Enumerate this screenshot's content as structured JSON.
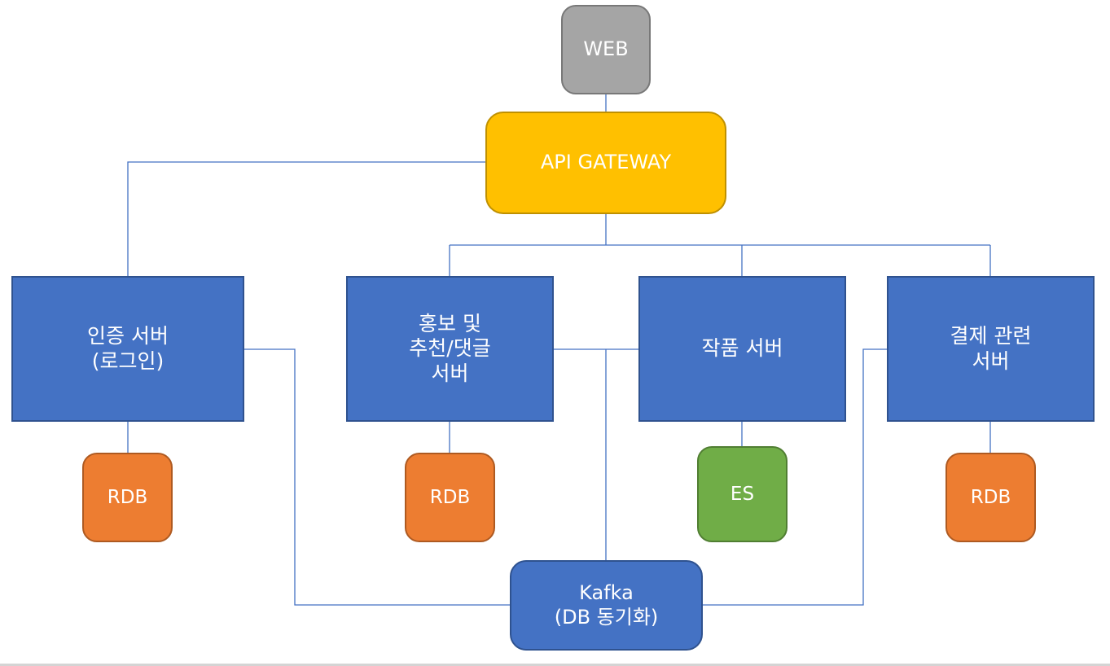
{
  "diagram": {
    "title": "",
    "connector_color": "#4472c4",
    "nodes": {
      "web": {
        "label": "WEB",
        "color": "#a5a5a5"
      },
      "gateway": {
        "label": "API GATEWAY",
        "color": "#ffc000"
      },
      "auth_server": {
        "label": "인증 서버\n(로그인)",
        "color": "#4472c4"
      },
      "promo_server": {
        "label": "홍보 및\n추천/댓글\n서버",
        "color": "#4472c4"
      },
      "works_server": {
        "label": "작품 서버",
        "color": "#4472c4"
      },
      "payment_server": {
        "label": "결제 관련\n서버",
        "color": "#4472c4"
      },
      "auth_db": {
        "label": "RDB",
        "color": "#ed7d31"
      },
      "promo_db": {
        "label": "RDB",
        "color": "#ed7d31"
      },
      "works_search": {
        "label": "ES",
        "color": "#70ad47"
      },
      "payment_db": {
        "label": "RDB",
        "color": "#ed7d31"
      },
      "kafka": {
        "label": "Kafka\n(DB 동기화)",
        "color": "#4472c4"
      }
    },
    "edges": [
      {
        "from": "web",
        "to": "gateway"
      },
      {
        "from": "gateway",
        "to": "auth_server"
      },
      {
        "from": "gateway",
        "to": "promo_server"
      },
      {
        "from": "gateway",
        "to": "works_server"
      },
      {
        "from": "gateway",
        "to": "payment_server"
      },
      {
        "from": "auth_server",
        "to": "auth_db"
      },
      {
        "from": "promo_server",
        "to": "promo_db"
      },
      {
        "from": "works_server",
        "to": "works_search"
      },
      {
        "from": "payment_server",
        "to": "payment_db"
      },
      {
        "from": "auth_server",
        "to": "kafka"
      },
      {
        "from": "promo_server",
        "to": "works_server"
      },
      {
        "from": "promo_server",
        "to": "kafka"
      },
      {
        "from": "works_server",
        "to": "kafka"
      },
      {
        "from": "payment_server",
        "to": "kafka"
      }
    ]
  }
}
